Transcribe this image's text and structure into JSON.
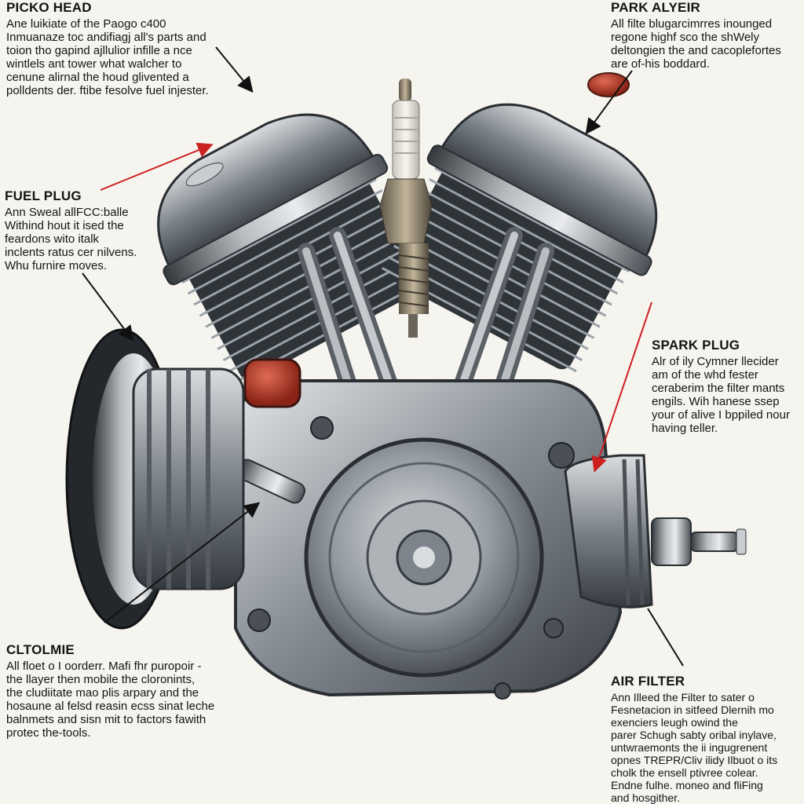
{
  "labels": {
    "top_left": {
      "title": "PICKO HEAD",
      "body": "Ane luikiate of the Paogo c400\nInmuanaze toc andifiagj all's parts and\ntoion tho gapind ajllulior infille a nce\nwintlels ant tower what walcher to\ncenune alirnal the houd glivented a\npolldents der. ftibe fesolve fuel injester."
    },
    "top_right": {
      "title": "PARK ALYEIR",
      "body": "All filte blugarcimrres inounged\nregone highf sco the shWely\ndeltongien the and cacoplefortes\nare of-his boddard."
    },
    "left_mid": {
      "title": "FUEL PLUG",
      "body": "Ann Sweal allFCC:balle\nWithind hout it ised the\nfeardons wito italk\ninclents ratus cer nilvens.\nWhu furnire moves."
    },
    "right_mid": {
      "title": "SPARK PLUG",
      "body": "Alr of ily Cymner llecider\nam of the whd fester\nceraberim the filter mants\nengils. Wih hanese ssep\nyour of alive I bppiled nour\nhaving teller."
    },
    "bottom_left": {
      "title": "CLTOLMIE",
      "body": "All floet o I oorderr. Mafi fhr puropoir -\nthe llayer then mobile the cloronints,\nthe cludiitate mao plis arpary and the\nhosaune al felsd reasin ecss sinat leche\nbalnmets and sisn mit to factors fawith\nprotec the-tools."
    },
    "bottom_right": {
      "title": "AIR FILTER",
      "body": "Ann Illeed the Filter to sater o\nFesnetacion in sitfeed Dlernih mo\nexenciers leugh owind the\nparer Schugh sabty oribal inylave,\nuntwraemonts the ii ingugrenent\nopnes TREPR/Cliv ilidy Ilbuot o its\ncholk the ensell ptivree colear.\nEndne fulhe. moneo and fliFing\nand hosgither."
    }
  },
  "colors": {
    "background": "#f6f4ef",
    "metal_dark": "#3d4247",
    "metal_mid": "#7d848b",
    "metal_light": "#d6d9dc",
    "red_cap": "#b33a2a",
    "arrow_red": "#cc2020",
    "arrow_black": "#111111"
  },
  "icons": [
    "spark-plug",
    "cylinder-head",
    "air-filter",
    "carburetor"
  ]
}
